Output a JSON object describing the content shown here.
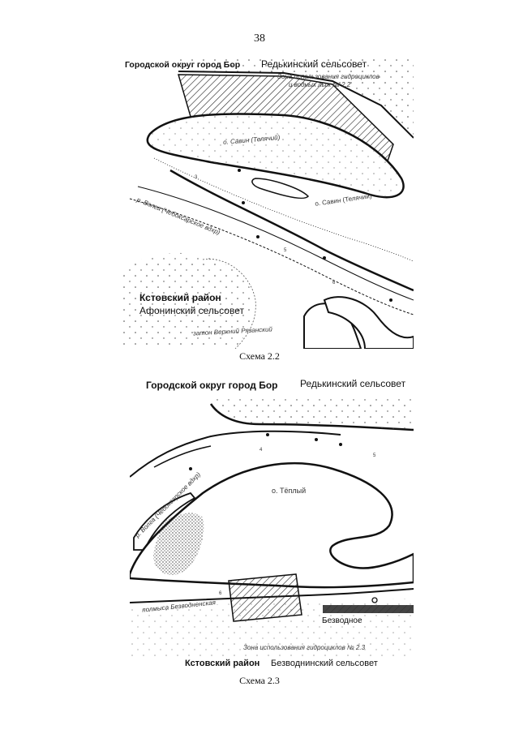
{
  "page": {
    "number": "38"
  },
  "scheme1": {
    "top_left_label": "Городской округ город Бор",
    "top_right_label": "Редькинский сельсовет",
    "zone_label_line1": "Зона использования гидроциклов",
    "zone_label_line2": "и водных лыж № 2.2",
    "island_label_1": "о. Савин (Телячий)",
    "island_label_2": "о. Савин (Телячий)",
    "river_label": "р. Волга (Чебоксарское вдхр)",
    "bottom_district": "Кстовский район",
    "bottom_council": "Афонинский сельсовет",
    "bottom_small_label": "затон Верхний Рязанский",
    "caption": "Схема 2.2"
  },
  "scheme2": {
    "top_left_label": "Городской округ город Бор",
    "top_right_label": "Редькинский сельсовет",
    "island_label": "о. Тёплый",
    "river_label": "р. Волга (Чебоксарское вдхр)",
    "village_label": "Безводное",
    "channel_label": "полмыса Безводненская",
    "zone_label": "Зона использования гидроциклов № 2.3",
    "bottom_district": "Кстовский район",
    "bottom_council": "Безводнинский сельсовет",
    "caption": "Схема 2.3"
  },
  "colors": {
    "ink": "#111111",
    "hatch": "#222222",
    "paper": "#ffffff"
  }
}
